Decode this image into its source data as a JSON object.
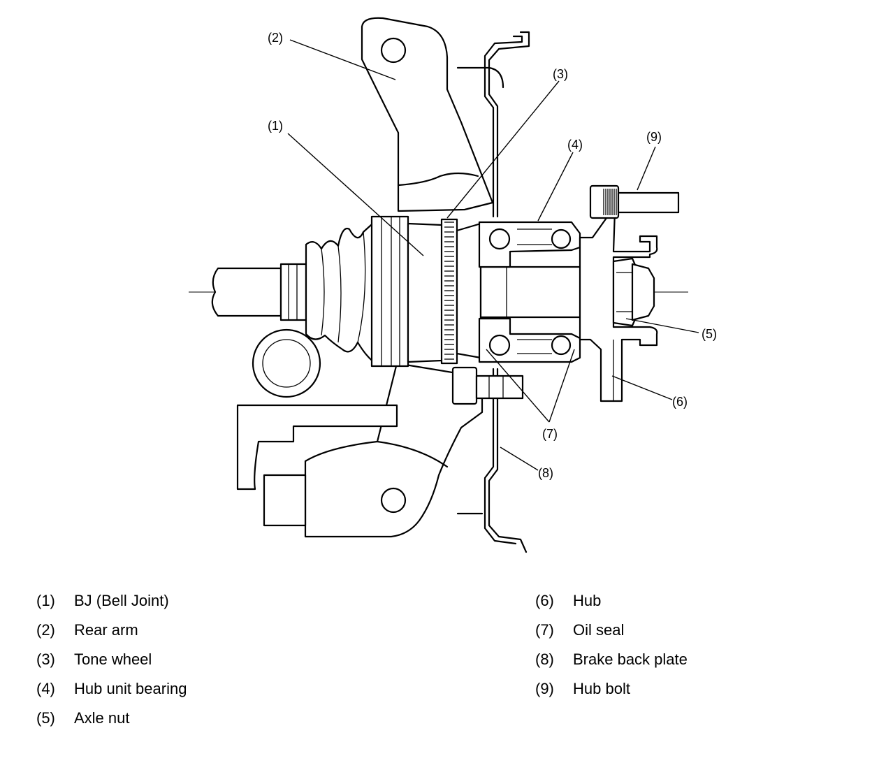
{
  "callouts": [
    "(1)",
    "(2)",
    "(3)",
    "(4)",
    "(5)",
    "(6)",
    "(7)",
    "(8)",
    "(9)"
  ],
  "legend": {
    "left": [
      {
        "num": "(1)",
        "label": "BJ (Bell Joint)"
      },
      {
        "num": "(2)",
        "label": "Rear arm"
      },
      {
        "num": "(3)",
        "label": "Tone wheel"
      },
      {
        "num": "(4)",
        "label": "Hub unit bearing"
      },
      {
        "num": "(5)",
        "label": "Axle nut"
      }
    ],
    "right": [
      {
        "num": "(6)",
        "label": "Hub"
      },
      {
        "num": "(7)",
        "label": "Oil seal"
      },
      {
        "num": "(8)",
        "label": "Brake back plate"
      },
      {
        "num": "(9)",
        "label": "Hub bolt"
      }
    ]
  }
}
